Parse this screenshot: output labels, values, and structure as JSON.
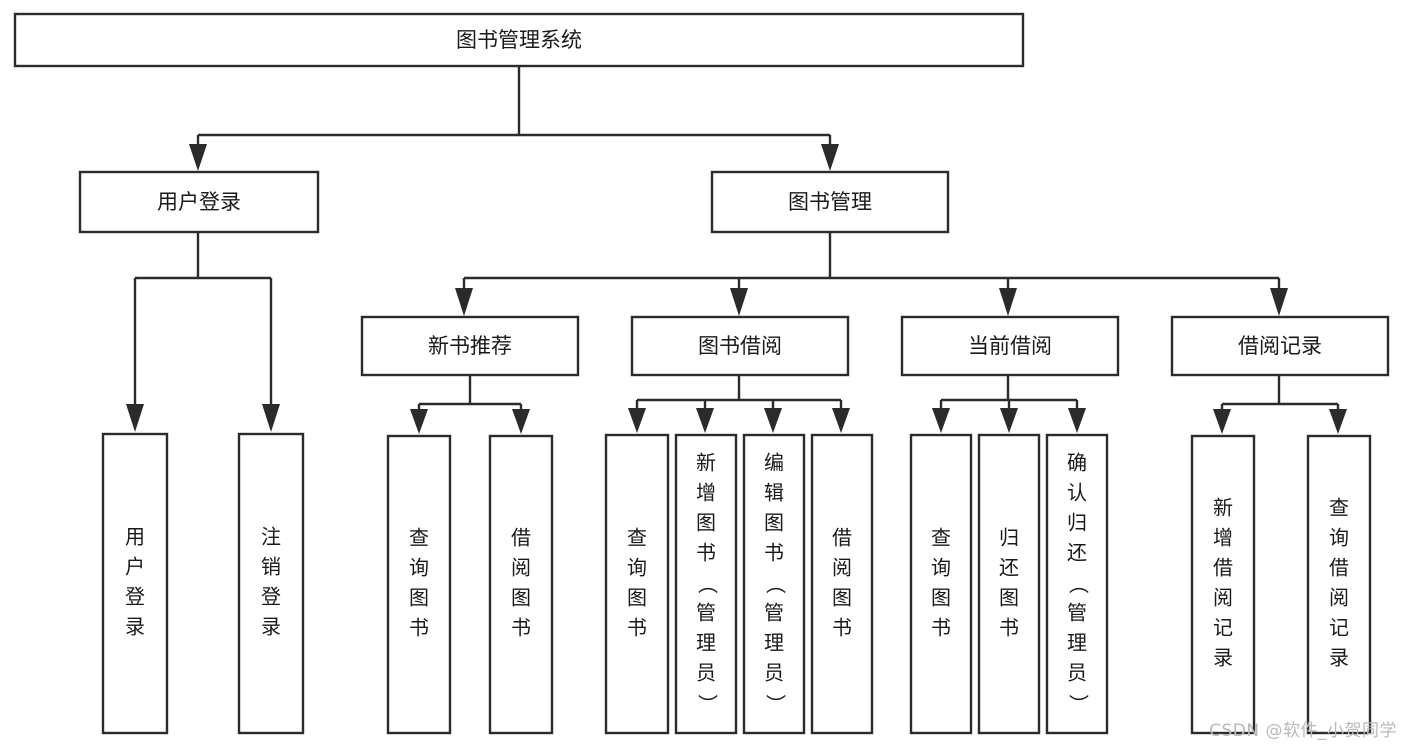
{
  "diagram": {
    "type": "tree",
    "title": "图书管理系统",
    "watermark": "CSDN @软件_小贺同学",
    "levels": {
      "root": {
        "label": "图书管理系统"
      },
      "level2": [
        {
          "id": "user-login",
          "label": "用户登录"
        },
        {
          "id": "book-management",
          "label": "图书管理"
        }
      ],
      "level3": [
        {
          "id": "new-book-recommend",
          "label": "新书推荐",
          "parent": "book-management"
        },
        {
          "id": "book-borrow",
          "label": "图书借阅",
          "parent": "book-management"
        },
        {
          "id": "current-borrow",
          "label": "当前借阅",
          "parent": "book-management"
        },
        {
          "id": "borrow-record",
          "label": "借阅记录",
          "parent": "book-management"
        }
      ],
      "leaves": [
        {
          "id": "leaf-user-login",
          "label": "用户登录",
          "parent": "user-login"
        },
        {
          "id": "leaf-logout",
          "label": "注销登录",
          "parent": "user-login"
        },
        {
          "id": "leaf-query-book-1",
          "label": "查询图书",
          "parent": "new-book-recommend"
        },
        {
          "id": "leaf-borrow-book-1",
          "label": "借阅图书",
          "parent": "new-book-recommend"
        },
        {
          "id": "leaf-query-book-2",
          "label": "查询图书",
          "parent": "book-borrow"
        },
        {
          "id": "leaf-add-book",
          "label": "新增图书（管理员）",
          "parent": "book-borrow"
        },
        {
          "id": "leaf-edit-book",
          "label": "编辑图书（管理员）",
          "parent": "book-borrow"
        },
        {
          "id": "leaf-borrow-book-2",
          "label": "借阅图书",
          "parent": "book-borrow"
        },
        {
          "id": "leaf-query-book-3",
          "label": "查询图书",
          "parent": "current-borrow"
        },
        {
          "id": "leaf-return-book",
          "label": "归还图书",
          "parent": "current-borrow"
        },
        {
          "id": "leaf-confirm-return",
          "label": "确认归还（管理员）",
          "parent": "current-borrow"
        },
        {
          "id": "leaf-add-record",
          "label": "新增借阅记录",
          "parent": "borrow-record"
        },
        {
          "id": "leaf-query-record",
          "label": "查询借阅记录",
          "parent": "borrow-record"
        }
      ]
    },
    "colors": {
      "stroke": "#2b2b2b",
      "fill": "#ffffff",
      "text": "#1a1a1a",
      "watermark": "#b9b9b9"
    }
  }
}
